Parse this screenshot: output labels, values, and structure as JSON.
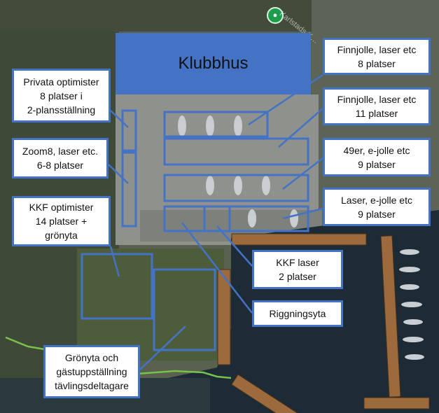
{
  "map": {
    "clubhouse_label": "Klubbhus",
    "poi_label": "Karlstads K…",
    "colors": {
      "zone_outline": "#4472c4",
      "pier": "#9c6a3c",
      "shoreline": "#79c24a",
      "water": "#1d2b36",
      "grass": "#4d5d3b",
      "pavement": "#8f928c"
    },
    "labels": {
      "private_optimists": "Privata optimister\n8 platser i\n2-plansställning",
      "zoom8": "Zoom8, laser etc.\n6-8 platser",
      "kkf_optimists": "KKF optimister\n14 platser +\ngrönyta",
      "finnjolle_8": "Finnjolle, laser etc\n8 platser",
      "finnjolle_11": "Finnjolle, laser etc\n11 platser",
      "49er": "49er, e-jolle etc\n9 platser",
      "laser_ejolle": "Laser, e-jolle etc\n9 platser",
      "kkf_laser": "KKF laser\n2 platser",
      "rigging": "Riggningsyta",
      "green_area": "Grönyta och\ngästuppställning\ntävlingsdeltagare"
    }
  }
}
